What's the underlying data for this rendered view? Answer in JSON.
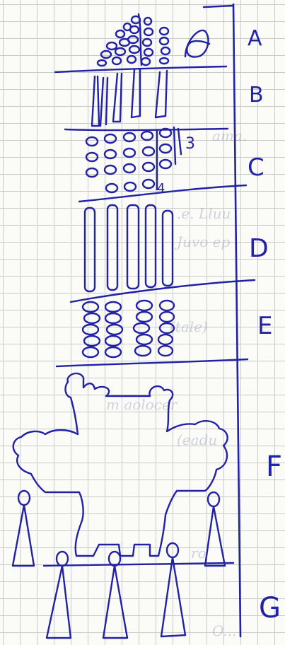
{
  "sheet": {
    "section_labels": [
      "A",
      "B",
      "C",
      "D",
      "E",
      "F",
      "G"
    ],
    "inline_labels": [
      "3",
      "4"
    ],
    "ink_color": "#2222a6",
    "grid_color": "#c9c9c9",
    "paper_color": "#fbfbf8"
  }
}
